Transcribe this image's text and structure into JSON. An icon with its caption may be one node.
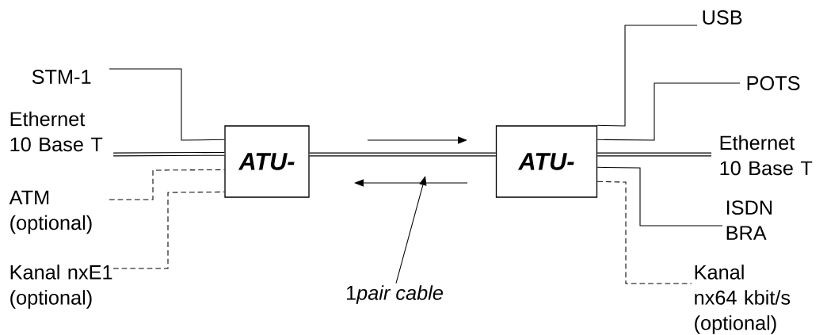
{
  "diagram": {
    "nodes": [
      {
        "text": [
          "ATU-"
        ]
      },
      {
        "text": [
          "ATU-"
        ]
      },
      {
        "text": [
          "STM-1"
        ]
      },
      {
        "text": [
          "Ethernet 10 Base T"
        ]
      },
      {
        "text": [
          "ATM (optional)"
        ]
      },
      {
        "text": [
          "Kanal nxE1 (optional)"
        ]
      },
      {
        "text": [
          "USB"
        ]
      },
      {
        "text": [
          "POTS"
        ]
      },
      {
        "text": [
          "Ethernet 10 Base T"
        ]
      },
      {
        "text": [
          "ISDN BRA"
        ]
      },
      {
        "text": [
          "Kanal nx64 kbit/s (optional)"
        ]
      },
      {
        "text": [
          "1",
          "pair cable"
        ]
      }
    ],
    "edges": [
      {
        "from": 0,
        "to": 1,
        "arrow": "none",
        "style": "thick"
      },
      {
        "from": 2,
        "to": 0,
        "arrow": "none"
      },
      {
        "from": 3,
        "to": 0,
        "arrow": "none",
        "style": "thick"
      },
      {
        "from": 4,
        "to": 0,
        "arrow": "none",
        "style": "dashed"
      },
      {
        "from": 5,
        "to": 0,
        "arrow": "none",
        "style": "dashed"
      },
      {
        "from": 1,
        "to": 6,
        "arrow": "none"
      },
      {
        "from": 1,
        "to": 7,
        "arrow": "none"
      },
      {
        "from": 1,
        "to": 8,
        "arrow": "none",
        "style": "thick"
      },
      {
        "from": 1,
        "to": 9,
        "arrow": "none"
      },
      {
        "from": 1,
        "to": 10,
        "arrow": "none",
        "style": "dashed"
      },
      {
        "from": 11,
        "to": null,
        "arrow": "to"
      }
    ]
  }
}
